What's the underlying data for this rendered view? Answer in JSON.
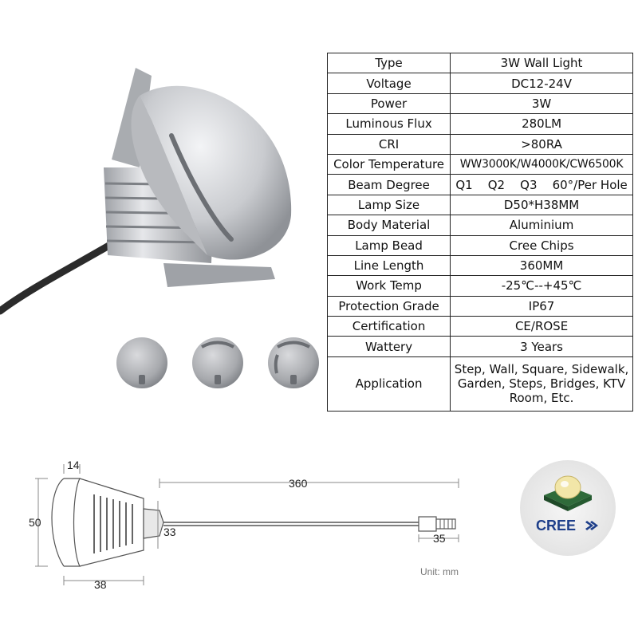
{
  "specs": [
    {
      "label": "Type",
      "value": "3W Wall Light"
    },
    {
      "label": "Voltage",
      "value": "DC12-24V"
    },
    {
      "label": "Power",
      "value": "3W"
    },
    {
      "label": "Luminous Flux",
      "value": "280LM"
    },
    {
      "label": "CRI",
      "value": ">80RA"
    },
    {
      "label": "Color Temperature",
      "value": "WW3000K/W4000K/CW6500K"
    },
    {
      "label": "Beam Degree",
      "value": "Q1    Q2    Q3    60°/Per Hole"
    },
    {
      "label": "Lamp Size",
      "value": "D50*H38MM"
    },
    {
      "label": "Body Material",
      "value": "Aluminium"
    },
    {
      "label": "Lamp Bead",
      "value": "Cree Chips"
    },
    {
      "label": "Line Length",
      "value": "360MM"
    },
    {
      "label": "Work Temp",
      "value": "-25℃--+45℃"
    },
    {
      "label": "Protection Grade",
      "value": "IP67"
    },
    {
      "label": "Certification",
      "value": "CE/ROSE"
    },
    {
      "label": "Wattery",
      "value": "3 Years"
    },
    {
      "label": "Application",
      "value": "Step, Wall, Square, Sidewalk, Garden, Steps, Bridges, KTV Room, Etc."
    }
  ],
  "drawing": {
    "dim_top": "14",
    "dim_height": "50",
    "dim_body": "33",
    "dim_width": "38",
    "dim_cable": "360",
    "dim_connector": "35",
    "unit_label": "Unit: mm"
  },
  "brand": {
    "logo_text": "CREE",
    "color": "#1e3f8a"
  }
}
